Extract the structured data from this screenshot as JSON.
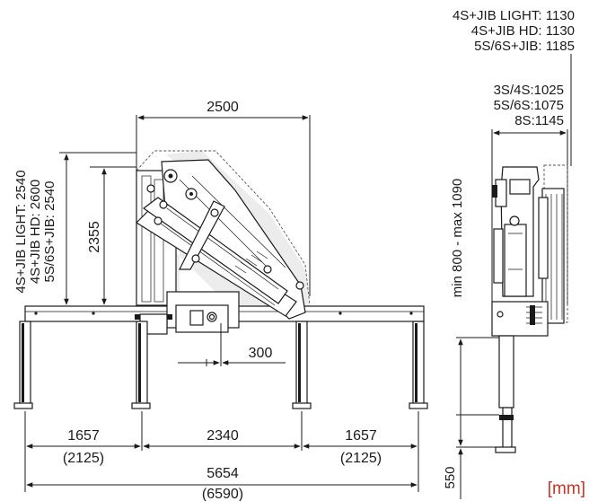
{
  "unit_label": "[mm]",
  "colors": {
    "ink": "#1a1a1a",
    "unit": "#c0392b",
    "shade": "#ececec"
  },
  "side_view": {
    "reach_width": "2500",
    "height": "2355",
    "offset": "300",
    "left_height_labels": [
      "4S+JIB LIGHT: 2540",
      "4S+JIB HD: 2600",
      "5S/6S+JIB: 2540"
    ],
    "bottom": {
      "left_outrigger": "1657",
      "left_outrigger_alt": "(2125)",
      "center": "2340",
      "right_outrigger": "1657",
      "right_outrigger_alt": "(2125)",
      "total": "5654",
      "total_alt": "(6590)"
    }
  },
  "rear_view": {
    "top_widths": [
      "4S+JIB LIGHT: 1130",
      "4S+JIB HD: 1130",
      "5S/6S+JIB: 1185"
    ],
    "base_widths": [
      "3S/4S:1025",
      "5S/6S:1075",
      "8S:1145"
    ],
    "stabilizer_range": "min 800  -  max 1090",
    "base_height": "550"
  }
}
